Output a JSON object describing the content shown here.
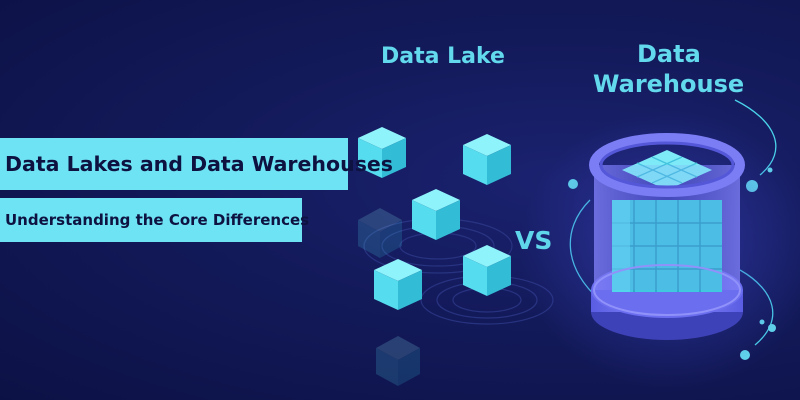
{
  "banner": {
    "title": "Data Lakes and Data Warehouses",
    "subtitle": "Understanding the Core Differences",
    "data_lake_label": "Data Lake",
    "data_warehouse_label_line1": "Data",
    "data_warehouse_label_line2": "Warehouse",
    "versus_label": "VS"
  },
  "icons": [
    "cube-icon",
    "database-cylinder-icon",
    "ripple-ring-icon"
  ],
  "colors": {
    "background": "#131a5a",
    "accent_cyan": "#6ee3f4",
    "cube_top": "#8ff3fb",
    "cube_left": "#4fd9ec",
    "cube_right": "#33bcd6",
    "cylinder_purple": "#6c6ef0",
    "text_dark": "#0d1240"
  }
}
